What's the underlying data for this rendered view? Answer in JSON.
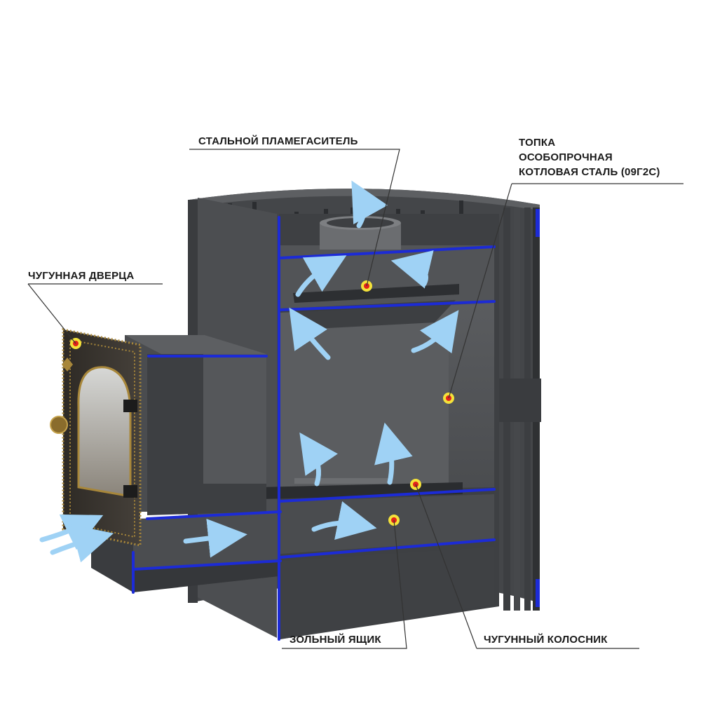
{
  "labels": {
    "flame_arrester": "СТАЛЬНОЙ ПЛАМЕГАСИТЕЛЬ",
    "firebox_line1": "ТОПКА",
    "firebox_line2": "ОСОБОПРОЧНАЯ",
    "firebox_line3": "КОТЛОВАЯ СТАЛЬ (09Г2С)",
    "cast_iron_door": "ЧУГУННАЯ ДВЕРЦА",
    "ash_box": "ЗОЛЬНЫЙ ЯЩИК",
    "cast_iron_grate": "ЧУГУННЫЙ КОЛОСНИК"
  },
  "colors": {
    "steel": "#4b4d50",
    "steel_dark": "#2f3133",
    "steel_light": "#6a6c6f",
    "cut_edge": "#1c2bd6",
    "airflow": "#9fd2f5",
    "marker_outer": "#f4e23a",
    "marker_inner": "#e2231a",
    "door_gold": "#a8873a"
  }
}
